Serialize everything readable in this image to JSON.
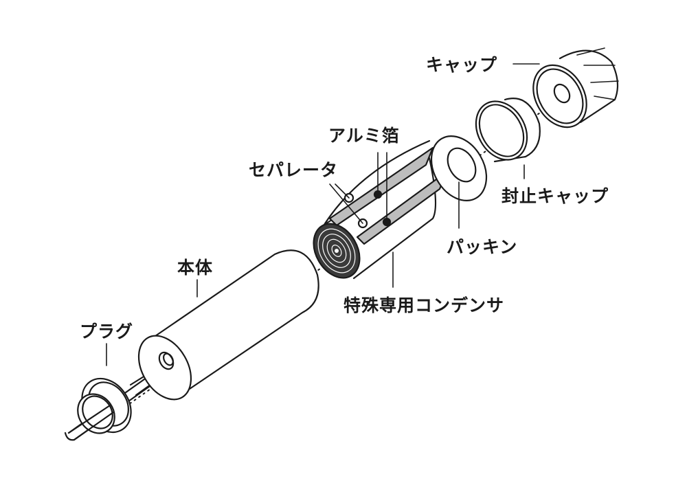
{
  "diagram": {
    "title": "",
    "description": "Exploded view of capacitor-type component assembly",
    "colors": {
      "stroke": "#1a1a1a",
      "foil": "#bdbdbd",
      "background": "#ffffff"
    },
    "labels": {
      "cap": "キャップ",
      "sealing_cap": "封止キャップ",
      "aluminum_foil": "アルミ箔",
      "separator": "セパレータ",
      "packing": "パッキン",
      "capacitor": "特殊専用コンデンサ",
      "body": "本体",
      "plug": "プラグ"
    }
  }
}
